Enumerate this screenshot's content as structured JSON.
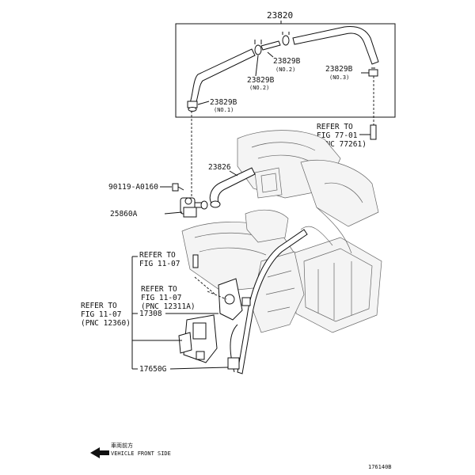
{
  "diagram": {
    "labels": {
      "p23820": "23820",
      "p23829b_no2_a": "23829B",
      "no2_a": "(NO.2)",
      "p23829b_no2_b": "23829B",
      "no2_b": "(NO.2)",
      "p23829b_no3": "23829B",
      "no3": "(NO.3)",
      "p23829b_no1": "23829B",
      "no1": "(NO.1)",
      "refer_77_l1": "REFER TO",
      "refer_77_l2": "FIG 77-01",
      "refer_77_l3": "(PNC 77261)",
      "p23826": "23826",
      "p90119": "90119-A0160",
      "p25860a": "25860A",
      "refer_11a_l1": "REFER TO",
      "refer_11a_l2": "FIG 11-07",
      "refer_11b_l1": "REFER TO",
      "refer_11b_l2": "FIG 11-07",
      "refer_11b_l3": "(PNC 12311A)",
      "refer_11c_l1": "REFER TO",
      "refer_11c_l2": "FIG 11-07",
      "refer_11c_l3": "(PNC 12360)",
      "p17308": "17308",
      "p17650g": "17650G",
      "front_cn": "車両前方",
      "front_en": "VEHICLE FRONT SIDE",
      "fig_code": "176140B"
    }
  }
}
